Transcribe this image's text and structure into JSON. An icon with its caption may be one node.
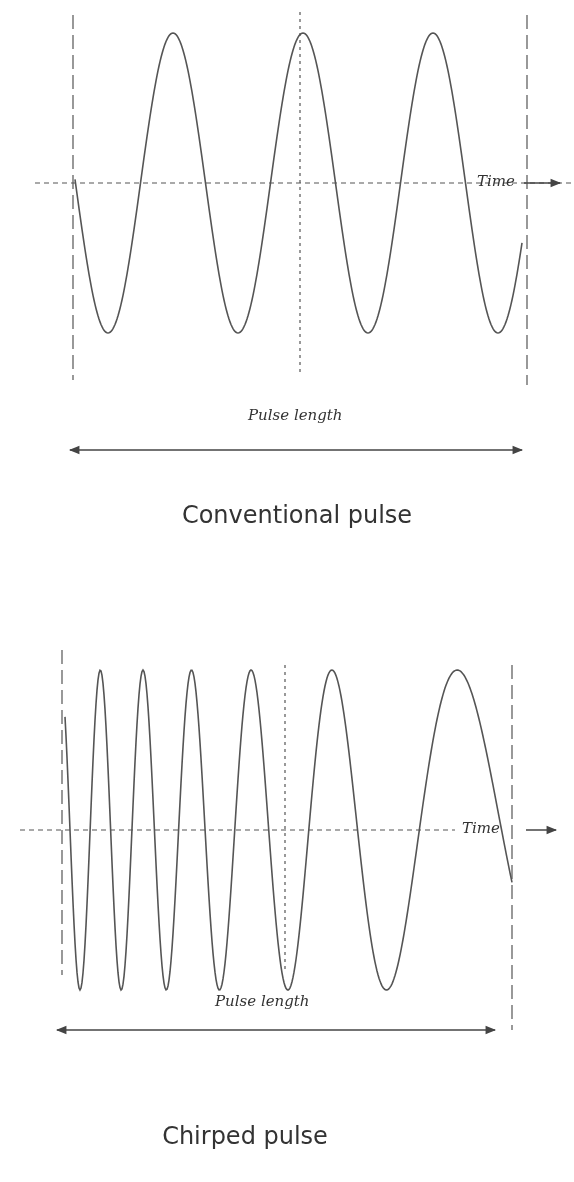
{
  "diagram": {
    "labels": [
      "Time",
      "Pulse length",
      "Conventional pulse",
      "Time",
      "Pulse length",
      "Chirped pulse"
    ]
  }
}
